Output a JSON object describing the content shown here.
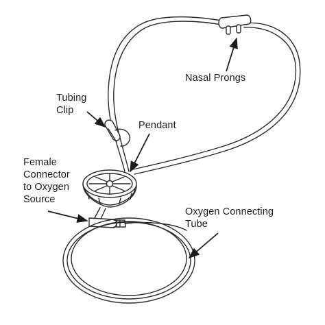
{
  "diagram": {
    "labels": {
      "nasal_prongs": "Nasal Prongs",
      "tubing_clip": "Tubing\nClip",
      "pendant": "Pendant",
      "female_connector": "Female\nConnector\nto Oxygen\nSource",
      "oxygen_connecting_tube": "Oxygen Connecting\nTube"
    },
    "colors": {
      "line": "#2a2a2a",
      "background": "#ffffff"
    }
  }
}
